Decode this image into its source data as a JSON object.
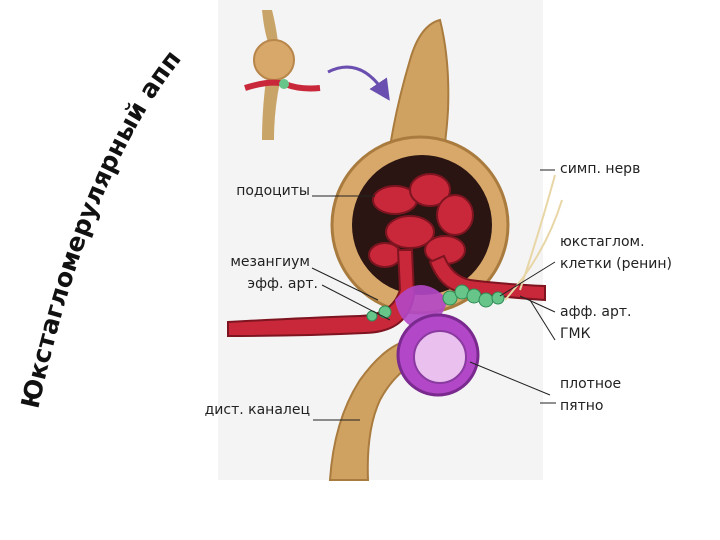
{
  "title": "Юкстагломерулярный аппарат",
  "labels": {
    "podocytes": "подоциты",
    "mesangium": "мезангиум",
    "eff_art": "эфф. арт.",
    "dist_canal": "дист. каналец",
    "symp_nerve": "симп. нерв",
    "jg_cells_line1": "юкстаглом.",
    "jg_cells_line2": "клетки (ренин)",
    "aff_art_line1": "афф. арт.",
    "aff_art_line2": "ГМК",
    "macula_line1": "плотное",
    "macula_line2": "пятно"
  },
  "colors": {
    "vessel_red": "#c8283a",
    "capsule_tan": "#d8a86a",
    "tubule_tan": "#c9a468",
    "mesangium_purple": "#b247c8",
    "jg_green": "#67c58a",
    "arrow_purple": "#6a4fb0"
  }
}
